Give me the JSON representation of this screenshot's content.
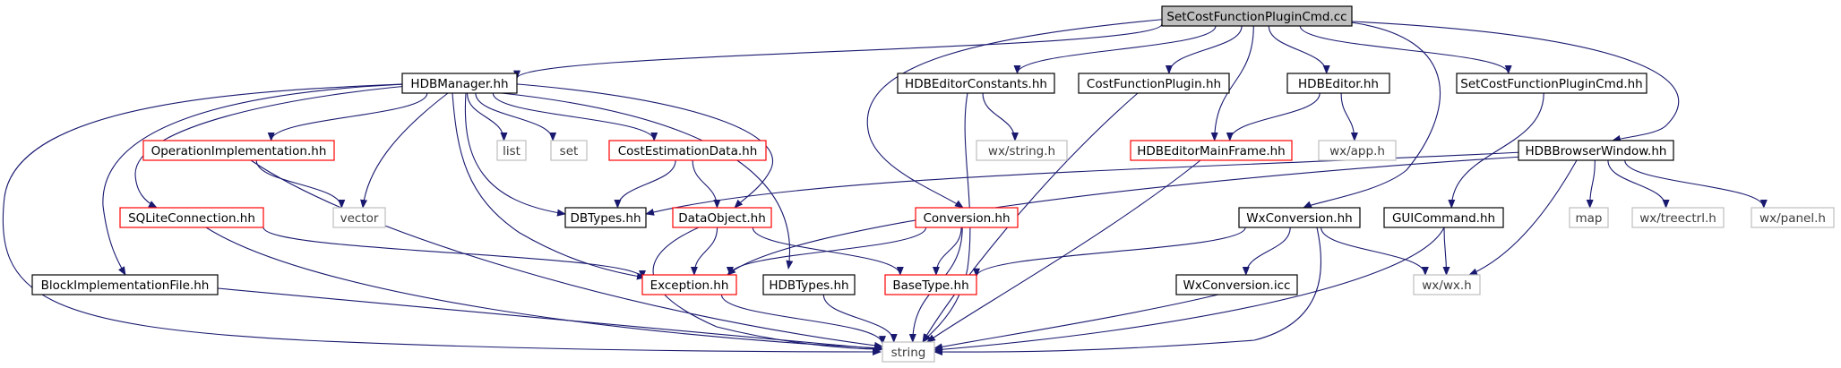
{
  "graph": {
    "colors": {
      "edge": "#191970",
      "text": "#000000",
      "border_normal": "#000000",
      "border_truncated": "#ff0000",
      "border_external": "#bfbfbf",
      "root_fill": "#bfbfbf",
      "text_external": "#3c3c3c"
    },
    "nodes": [
      {
        "id": "root",
        "label": "SetCostFunctionPluginCmd.cc",
        "kind": "root"
      },
      {
        "id": "hdbmanager",
        "label": "HDBManager.hh",
        "kind": "normal"
      },
      {
        "id": "hdbeditorconstants",
        "label": "HDBEditorConstants.hh",
        "kind": "normal"
      },
      {
        "id": "costfunctionplugin",
        "label": "CostFunctionPlugin.hh",
        "kind": "normal"
      },
      {
        "id": "hdbeditor",
        "label": "HDBEditor.hh",
        "kind": "normal"
      },
      {
        "id": "setcostcmdhh",
        "label": "SetCostFunctionPluginCmd.hh",
        "kind": "normal"
      },
      {
        "id": "opimpl",
        "label": "OperationImplementation.hh",
        "kind": "truncated"
      },
      {
        "id": "list",
        "label": "list",
        "kind": "external"
      },
      {
        "id": "set",
        "label": "set",
        "kind": "external"
      },
      {
        "id": "costestdata",
        "label": "CostEstimationData.hh",
        "kind": "truncated"
      },
      {
        "id": "wxstring",
        "label": "wx/string.h",
        "kind": "external"
      },
      {
        "id": "hdbeditormainframe",
        "label": "HDBEditorMainFrame.hh",
        "kind": "truncated"
      },
      {
        "id": "wxapp",
        "label": "wx/app.h",
        "kind": "external"
      },
      {
        "id": "hdbbrowserwindow",
        "label": "HDBBrowserWindow.hh",
        "kind": "normal"
      },
      {
        "id": "sqliteconn",
        "label": "SQLiteConnection.hh",
        "kind": "truncated"
      },
      {
        "id": "vector",
        "label": "vector",
        "kind": "external"
      },
      {
        "id": "dbtypes",
        "label": "DBTypes.hh",
        "kind": "normal"
      },
      {
        "id": "dataobject",
        "label": "DataObject.hh",
        "kind": "truncated"
      },
      {
        "id": "conversion",
        "label": "Conversion.hh",
        "kind": "truncated"
      },
      {
        "id": "wxconversion",
        "label": "WxConversion.hh",
        "kind": "normal"
      },
      {
        "id": "guicommand",
        "label": "GUICommand.hh",
        "kind": "normal"
      },
      {
        "id": "map",
        "label": "map",
        "kind": "external"
      },
      {
        "id": "wxtreectrl",
        "label": "wx/treectrl.h",
        "kind": "external"
      },
      {
        "id": "wxpanel",
        "label": "wx/panel.h",
        "kind": "external"
      },
      {
        "id": "blockimplfile",
        "label": "BlockImplementationFile.hh",
        "kind": "normal"
      },
      {
        "id": "exception",
        "label": "Exception.hh",
        "kind": "truncated"
      },
      {
        "id": "hdbtypes",
        "label": "HDBTypes.hh",
        "kind": "normal"
      },
      {
        "id": "basetype",
        "label": "BaseType.hh",
        "kind": "truncated"
      },
      {
        "id": "wxconversionicc",
        "label": "WxConversion.icc",
        "kind": "normal"
      },
      {
        "id": "wxwx",
        "label": "wx/wx.h",
        "kind": "external"
      },
      {
        "id": "string",
        "label": "string",
        "kind": "external"
      }
    ],
    "edges": [
      [
        "root",
        "hdbmanager"
      ],
      [
        "root",
        "hdbeditorconstants"
      ],
      [
        "root",
        "costfunctionplugin"
      ],
      [
        "root",
        "hdbeditor"
      ],
      [
        "root",
        "setcostcmdhh"
      ],
      [
        "root",
        "hdbeditormainframe"
      ],
      [
        "root",
        "conversion"
      ],
      [
        "root",
        "wxconversion"
      ],
      [
        "root",
        "hdbbrowserwindow"
      ],
      [
        "hdbmanager",
        "opimpl"
      ],
      [
        "hdbmanager",
        "list"
      ],
      [
        "hdbmanager",
        "set"
      ],
      [
        "hdbmanager",
        "costestdata"
      ],
      [
        "hdbmanager",
        "sqliteconn"
      ],
      [
        "hdbmanager",
        "vector"
      ],
      [
        "hdbmanager",
        "dbtypes"
      ],
      [
        "hdbmanager",
        "dataobject"
      ],
      [
        "hdbmanager",
        "blockimplfile"
      ],
      [
        "hdbmanager",
        "exception"
      ],
      [
        "hdbmanager",
        "hdbtypes"
      ],
      [
        "hdbmanager",
        "string"
      ],
      [
        "opimpl",
        "vector"
      ],
      [
        "opimpl",
        "string"
      ],
      [
        "costestdata",
        "dbtypes"
      ],
      [
        "costestdata",
        "dataobject"
      ],
      [
        "sqliteconn",
        "exception"
      ],
      [
        "sqliteconn",
        "string"
      ],
      [
        "dataobject",
        "exception"
      ],
      [
        "dataobject",
        "basetype"
      ],
      [
        "dataobject",
        "string"
      ],
      [
        "blockimplfile",
        "string"
      ],
      [
        "exception",
        "string"
      ],
      [
        "hdbtypes",
        "string"
      ],
      [
        "hdbeditorconstants",
        "wxstring"
      ],
      [
        "hdbeditorconstants",
        "string"
      ],
      [
        "costfunctionplugin",
        "string"
      ],
      [
        "hdbeditor",
        "hdbeditormainframe"
      ],
      [
        "hdbeditor",
        "wxapp"
      ],
      [
        "hdbeditormainframe",
        "string"
      ],
      [
        "conversion",
        "exception"
      ],
      [
        "conversion",
        "basetype"
      ],
      [
        "conversion",
        "string"
      ],
      [
        "wxconversion",
        "basetype"
      ],
      [
        "wxconversion",
        "wxconversionicc"
      ],
      [
        "wxconversion",
        "wxwx"
      ],
      [
        "wxconversion",
        "string"
      ],
      [
        "wxconversionicc",
        "string"
      ],
      [
        "setcostcmdhh",
        "guicommand"
      ],
      [
        "guicommand",
        "wxwx"
      ],
      [
        "guicommand",
        "string"
      ],
      [
        "hdbbrowserwindow",
        "dbtypes"
      ],
      [
        "hdbbrowserwindow",
        "exception"
      ],
      [
        "hdbbrowserwindow",
        "map"
      ],
      [
        "hdbbrowserwindow",
        "wxtreectrl"
      ],
      [
        "hdbbrowserwindow",
        "wxpanel"
      ],
      [
        "hdbbrowserwindow",
        "wxwx"
      ]
    ]
  }
}
